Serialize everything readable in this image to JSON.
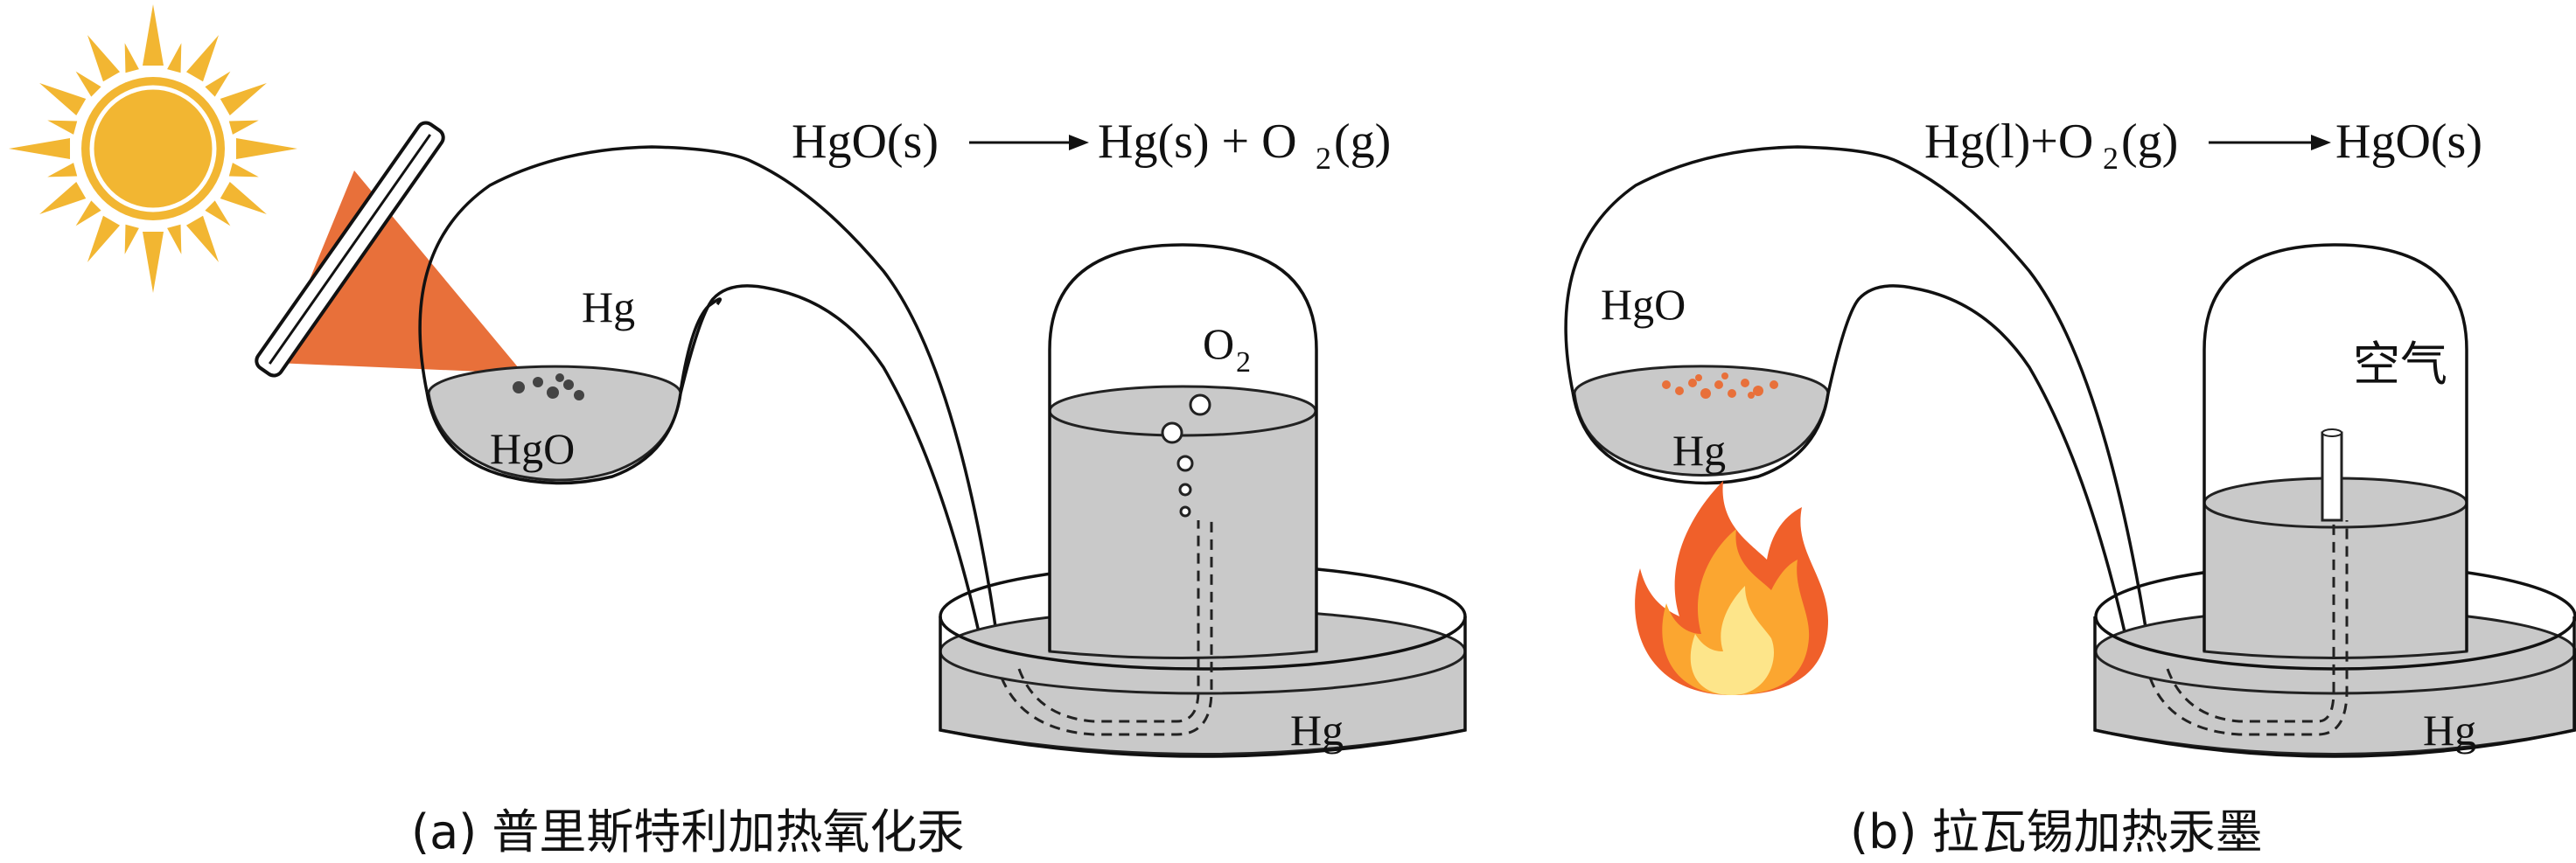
{
  "panel_a": {
    "equation": {
      "reactant": "HgO(s)",
      "product_1": "Hg(s) + O",
      "o2_subscript": "2",
      "o2_tail": "(g)"
    },
    "label_hg_in_flask": "Hg",
    "label_hgo_flask": "HgO",
    "label_o2": "O",
    "label_o2_subscript": "2",
    "label_hg_trough": "Hg",
    "caption": "(a) 普里斯特利加热氧化汞"
  },
  "panel_b": {
    "equation": {
      "reactant": "Hg(l)+O",
      "o2_subscript": "2",
      "reactant_tail": "(g)",
      "product": "HgO(s)"
    },
    "label_hgo_flask": "HgO",
    "label_hg_flask": "Hg",
    "label_air": "空气",
    "label_hg_trough": "Hg",
    "caption": "(b) 拉瓦锡加热汞墨"
  },
  "colors": {
    "sun": "#f2b632",
    "sun_rays": "#f2b632",
    "light_beam": "#e8703a",
    "mercury_gray": "#c9c9c9",
    "hgo_particles_red": "#e8703a",
    "flame_outer": "#f0602a",
    "flame_mid": "#fba630",
    "flame_inner": "#fde58a"
  },
  "icons": {
    "sun": "sun-icon",
    "lens": "burning-lens-icon",
    "flame": "flame-icon"
  }
}
